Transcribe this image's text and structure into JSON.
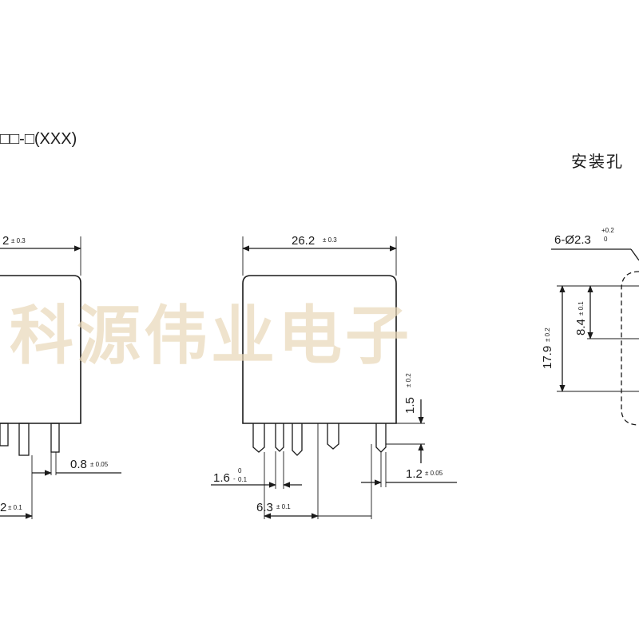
{
  "model_code": "□□-□(XXX)",
  "mounting_label": "安装孔",
  "watermark": "科源伟业电子",
  "dimensions": {
    "left_width": {
      "value": "2",
      "tol": "± 0.3"
    },
    "left_pin_thickness": {
      "value": "0.8",
      "tol": "± 0.05"
    },
    "left_pin_pitch": {
      "value": "2",
      "tol": "± 0.1"
    },
    "width": {
      "value": "26.2",
      "tol": "± 0.3"
    },
    "pin_protrusion": {
      "value": "1.5",
      "tol": "± 0.2"
    },
    "pin_width": {
      "value": "1.6",
      "tol_upper": "0",
      "tol_lower": "0.1"
    },
    "pin_spacing": {
      "value": "6.3",
      "tol": "± 0.1"
    },
    "pin_thickness": {
      "value": "1.2",
      "tol": "± 0.05"
    },
    "hole_diameter": {
      "value": "6-Ø2.3",
      "tol_upper": "+0.2",
      "tol_lower": "0"
    },
    "hole_pitch_a": {
      "value": "8.4",
      "tol": "± 0.1"
    },
    "hole_pitch_b": {
      "value": "17.9",
      "tol": "± 0.2"
    }
  }
}
